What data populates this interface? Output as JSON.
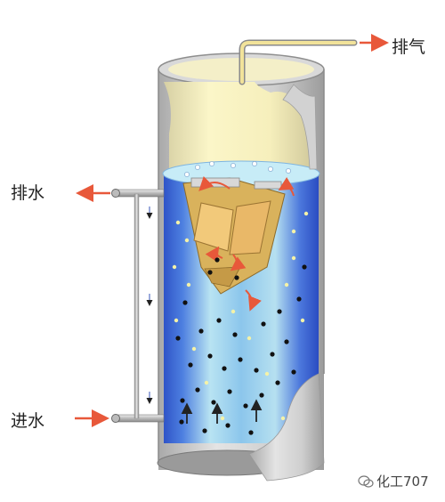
{
  "labels": {
    "exhaust": "排气",
    "drain": "排水",
    "inlet": "进水"
  },
  "watermark": "化工707",
  "colors": {
    "water": "#3e63d8",
    "water_light": "#a9d8ee",
    "gas_zone": "#f7f0b8",
    "shell": "#c9c9c9",
    "separator": "#e6bf6a",
    "arrow": "#e8583a",
    "pipe": "#a8a8a8"
  }
}
